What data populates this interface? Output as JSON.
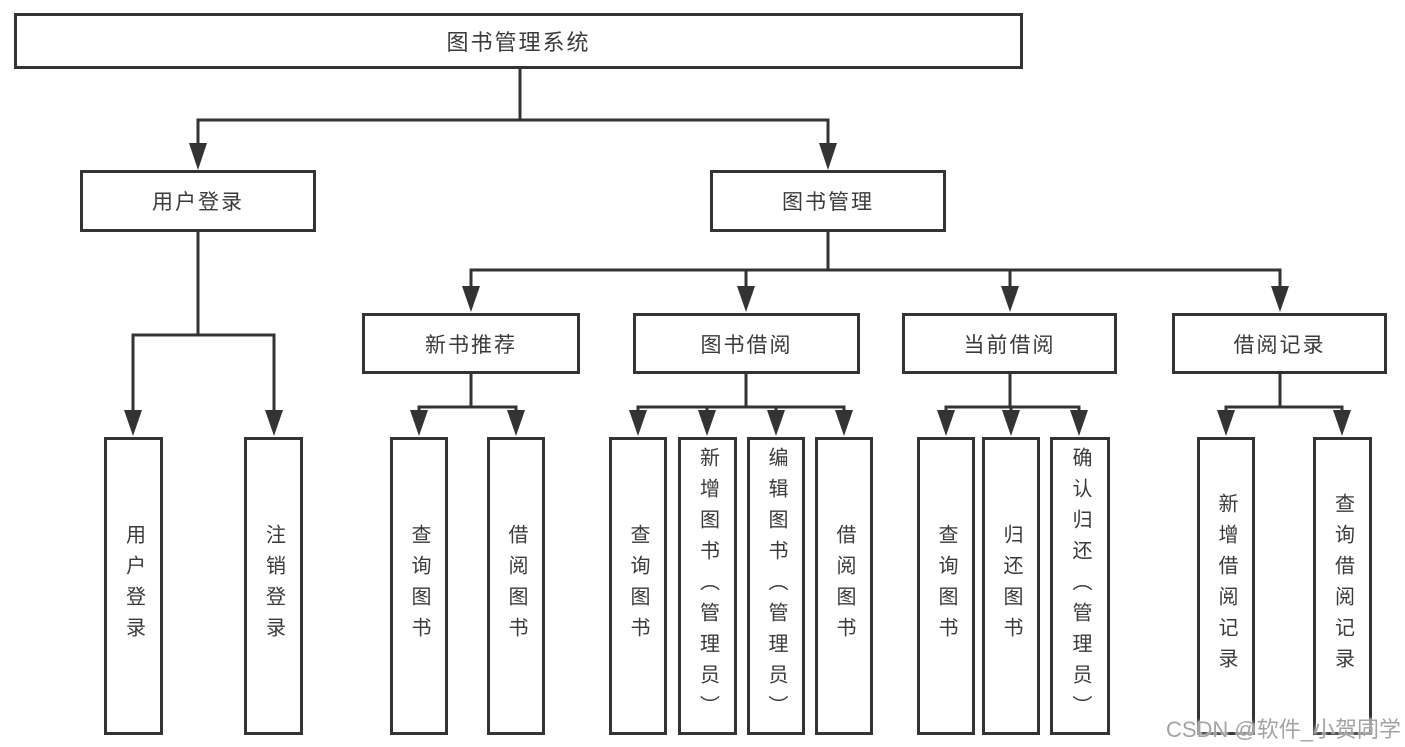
{
  "diagram_type": "tree",
  "colors": {
    "line": "#333333",
    "box_border": "#333333",
    "text": "#3a3a3a",
    "background": "#ffffff",
    "watermark": "#9e9e9e"
  },
  "tree": {
    "label": "图书管理系统",
    "children": [
      {
        "label": "用户登录",
        "children": [
          {
            "label": "用户登录"
          },
          {
            "label": "注销登录"
          }
        ]
      },
      {
        "label": "图书管理",
        "children": [
          {
            "label": "新书推荐",
            "children": [
              {
                "label": "查询图书"
              },
              {
                "label": "借阅图书"
              }
            ]
          },
          {
            "label": "图书借阅",
            "children": [
              {
                "label": "查询图书"
              },
              {
                "label": "新增图书（管理员）"
              },
              {
                "label": "编辑图书（管理员）"
              },
              {
                "label": "借阅图书"
              }
            ]
          },
          {
            "label": "当前借阅",
            "children": [
              {
                "label": "查询图书"
              },
              {
                "label": "归还图书"
              },
              {
                "label": "确认归还（管理员）"
              }
            ]
          },
          {
            "label": "借阅记录",
            "children": [
              {
                "label": "新增借阅记录"
              },
              {
                "label": "查询借阅记录"
              }
            ]
          }
        ]
      }
    ]
  },
  "watermark": {
    "text": "CSDN @软件_小贺同学"
  }
}
